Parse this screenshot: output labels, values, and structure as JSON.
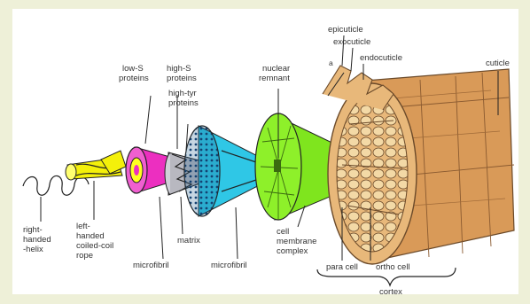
{
  "diagram": {
    "labels": {
      "right_handed_helix": [
        "right-",
        "handed",
        "-helix"
      ],
      "left_handed_rope": [
        "left-",
        "handed",
        "coiled-coil",
        "rope"
      ],
      "low_s_proteins": [
        "low-S",
        "proteins"
      ],
      "high_s_proteins": [
        "high-S",
        "proteins"
      ],
      "high_tyr_proteins": [
        "high-tyr",
        "proteins"
      ],
      "matrix": "matrix",
      "microfibril_1": "microfibril",
      "microfibril_2": "microfibril",
      "nuclear_remnant": [
        "nuclear",
        "remnant"
      ],
      "cell_membrane_complex": [
        "cell",
        "membrane",
        "complex"
      ],
      "epicuticle": "epicuticle",
      "exocuticle": "exocuticle",
      "a_marker": "a",
      "endocuticle": "endocuticle",
      "cuticle": "cuticle",
      "para_cell": "para cell",
      "ortho_cell": "ortho cell",
      "cortex": "cortex"
    },
    "colors": {
      "background": "#eef0d8",
      "rope": "#f4f00a",
      "low_s": "#ec2fc0",
      "matrix": "#b8b8c0",
      "microfibril": "#2fc7e6",
      "macrofibril": "#7fe51e",
      "cortex": "#e8b87a",
      "cuticle": "#d99a58"
    }
  }
}
